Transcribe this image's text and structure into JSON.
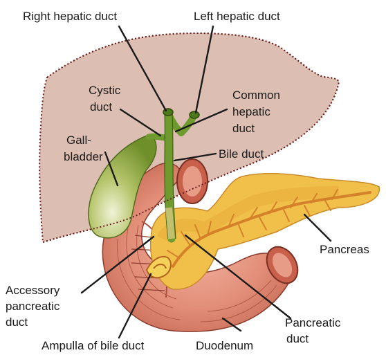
{
  "labels": {
    "right_hepatic_duct": "Right hepatic duct",
    "left_hepatic_duct": "Left hepatic duct",
    "cystic_duct_1": "Cystic",
    "cystic_duct_2": "duct",
    "common_hepatic_1": "Common",
    "common_hepatic_2": "hepatic",
    "common_hepatic_3": "duct",
    "gallbladder_1": "Gall-",
    "gallbladder_2": "bladder",
    "bile_duct": "Bile duct",
    "pancreas": "Pancreas",
    "accessory_1": "Accessory",
    "accessory_2": "pancreatic",
    "accessory_3": "duct",
    "pancreatic_duct_1": "Pancreatic",
    "pancreatic_duct_2": "duct",
    "ampulla": "Ampulla of bile duct",
    "duodenum": "Duodenum"
  },
  "colors": {
    "liver_fill": "#dcbfb2",
    "liver_outline": "#6b1f1f",
    "gallbladder": "#8aa83c",
    "bile_duct": "#6e9a2e",
    "duodenum": "#d9806c",
    "duodenum_dark": "#a8503d",
    "pancreas": "#f1c04a",
    "pancreas_dark": "#c98a2a",
    "pancreatic_duct": "#d4812a",
    "leader_line": "#1a1a1a"
  }
}
